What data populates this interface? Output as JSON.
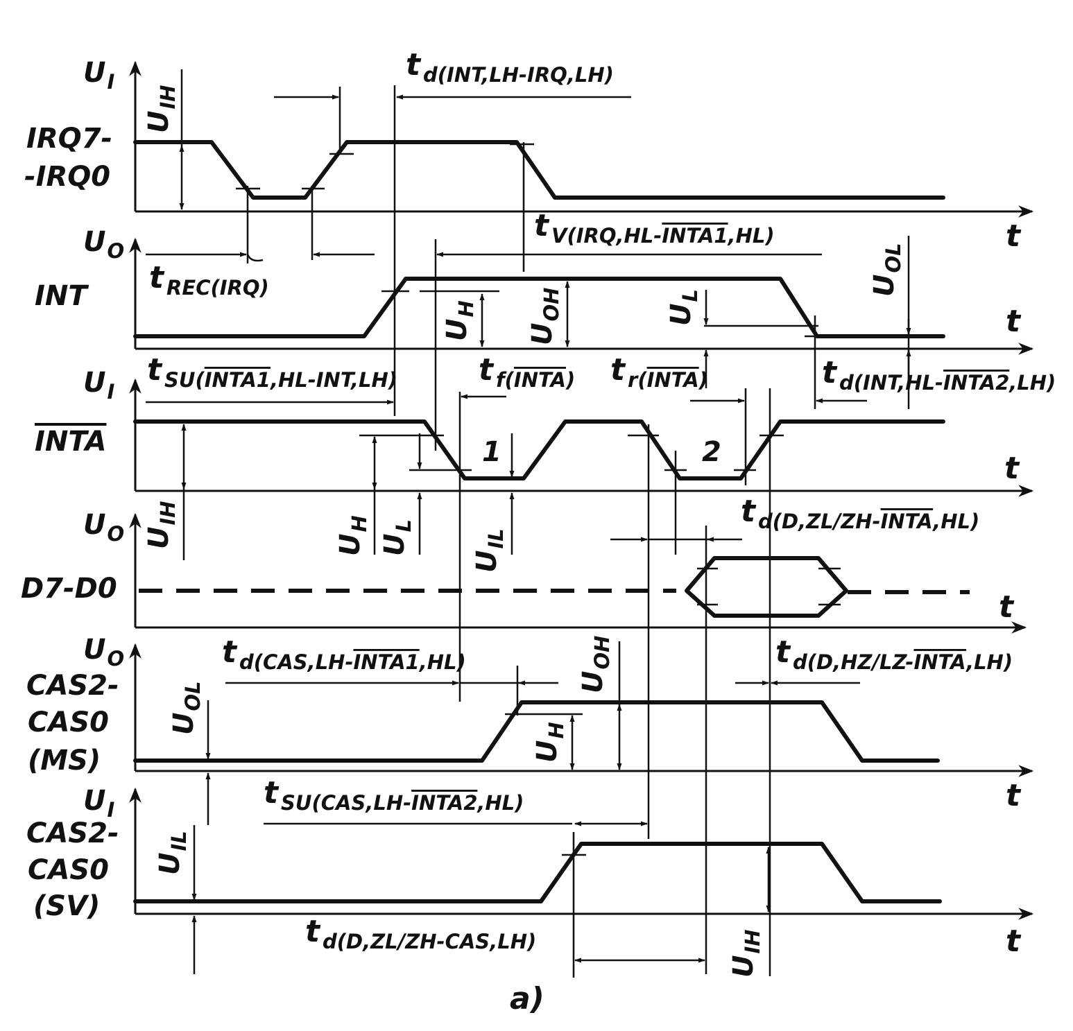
{
  "signals": {
    "irq": {
      "axis": "U",
      "axis_sub": "I",
      "name_line1": "IRQ7-",
      "name_line2": "-IRQ0",
      "axis_end": "t"
    },
    "int": {
      "axis": "U",
      "axis_sub": "O",
      "name": "INT",
      "axis_end": "t"
    },
    "inta": {
      "axis": "U",
      "axis_sub": "I",
      "name": "INTA",
      "axis_end": "t"
    },
    "data": {
      "axis": "U",
      "axis_sub": "O",
      "name": "D7-D0",
      "axis_end": "t"
    },
    "cas_ms": {
      "axis": "U",
      "axis_sub": "O",
      "name_line1": "CAS2-",
      "name_line2": "CAS0",
      "name_line3": "(MS)",
      "axis_end": "t"
    },
    "cas_sv": {
      "axis": "U",
      "axis_sub": "I",
      "name_line1": "CAS2-",
      "name_line2": "CAS0",
      "name_line3": "(SV)",
      "axis_end": "t"
    }
  },
  "levels": {
    "uih_top": {
      "main": "U",
      "sub": "IH"
    },
    "uih_inta": {
      "main": "U",
      "sub": "IH"
    },
    "uh_int": {
      "main": "U",
      "sub": "H"
    },
    "uoh_int": {
      "main": "U",
      "sub": "OH"
    },
    "ul_int": {
      "main": "U",
      "sub": "L"
    },
    "uol_int": {
      "main": "U",
      "sub": "OL"
    },
    "uh_inta": {
      "main": "U",
      "sub": "H"
    },
    "ul_inta": {
      "main": "U",
      "sub": "L"
    },
    "uil_inta": {
      "main": "U",
      "sub": "IL"
    },
    "uol_cas": {
      "main": "U",
      "sub": "OL"
    },
    "uh_cas": {
      "main": "U",
      "sub": "H"
    },
    "uoh_cas": {
      "main": "U",
      "sub": "OH"
    },
    "uil_sv": {
      "main": "U",
      "sub": "IL"
    },
    "uih_sv": {
      "main": "U",
      "sub": "IH"
    }
  },
  "timings": {
    "td_int_irq": {
      "main": "t",
      "sub": "d(INT,LH-IRQ,LH)"
    },
    "tv_irq_inta1": {
      "main": "t",
      "sub_a": "V(IRQ,HL-",
      "sub_ov": "INTA1",
      "sub_b": ",HL)"
    },
    "trec_irq": {
      "main": "t",
      "sub": "REC(IRQ)"
    },
    "tsu_inta1_int": {
      "main": "t",
      "sub_a": "SU(",
      "sub_ov": "INTA1",
      "sub_b": ",HL-INT,LH)"
    },
    "tf_inta": {
      "main": "t",
      "sub_a": "f(",
      "sub_ov": "INTA",
      "sub_b": ")"
    },
    "tr_inta": {
      "main": "t",
      "sub_a": "r(",
      "sub_ov": "INTA",
      "sub_b": ")"
    },
    "td_int_inta2": {
      "main": "t",
      "sub_a": "d(INT,HL-",
      "sub_ov": "INTA2",
      "sub_b": ",LH)"
    },
    "td_d_zl_zh_inta": {
      "main": "t",
      "sub_a": "d(D,ZL/ZH-",
      "sub_ov": "INTA",
      "sub_b": ",HL)"
    },
    "td_cas_inta1": {
      "main": "t",
      "sub_a": "d(CAS,LH-",
      "sub_ov": "INTA1",
      "sub_b": ",HL)"
    },
    "td_d_hz_lz_inta": {
      "main": "t",
      "sub_a": "d(D,HZ/LZ-",
      "sub_ov": "INTA",
      "sub_b": ",LH)"
    },
    "tsu_cas_inta2": {
      "main": "t",
      "sub_a": "SU(CAS,LH-",
      "sub_ov": "INTA2",
      "sub_b": ",HL)"
    },
    "td_d_zl_zh_cas": {
      "main": "t",
      "sub": "d(D,ZL/ZH-CAS,LH)"
    }
  },
  "pulse_labels": {
    "first": "1",
    "second": "2"
  },
  "caption": "a)"
}
